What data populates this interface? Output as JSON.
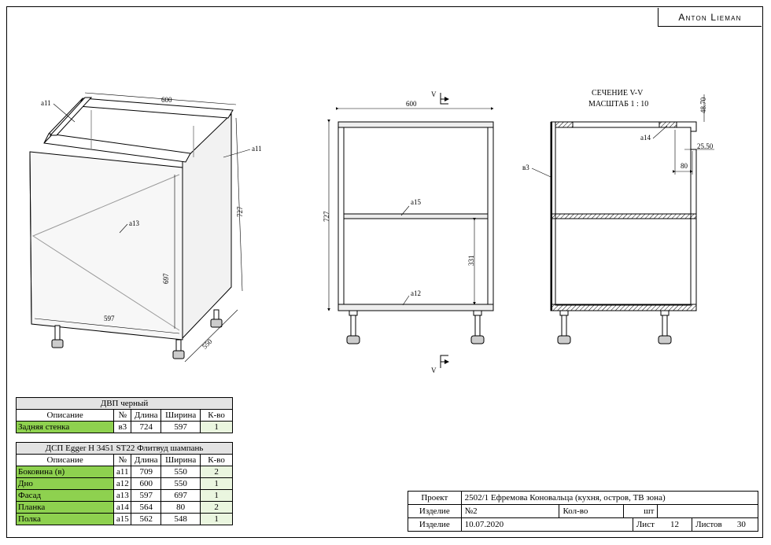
{
  "brand": "Anton Lieman",
  "iso_view": {
    "labels": {
      "a11_top": "a11",
      "a11_side": "a11",
      "a13": "a13"
    },
    "dims": {
      "width": "600",
      "height": "727",
      "depth": "550",
      "facade_width": "597",
      "facade_height": "697"
    }
  },
  "front_view": {
    "section_marker": "V",
    "dims": {
      "width": "600",
      "height": "727",
      "shelf_height": "331"
    },
    "labels": {
      "shelf": "a15",
      "bottom": "a12"
    }
  },
  "section_view": {
    "title": "СЕЧЕНИЕ V-V",
    "scale": "МАСШТАБ 1 : 10",
    "labels": {
      "back": "в3",
      "strip": "a14"
    },
    "dims": {
      "d1": "48.70",
      "d2": "25.50",
      "d3": "80"
    }
  },
  "table_dvp": {
    "title": "ДВП черный",
    "headers": [
      "Описание",
      "№",
      "Длина",
      "Ширина",
      "К-во"
    ],
    "rows": [
      {
        "name": "Задняя стенка",
        "num": "в3",
        "length": "724",
        "width": "597",
        "qty": "1"
      }
    ]
  },
  "table_dsp": {
    "title": "ДСП Egger H 3451 ST22 Флитвуд шампань",
    "headers": [
      "Описание",
      "№",
      "Длина",
      "Ширина",
      "К-во"
    ],
    "rows": [
      {
        "name": "Боковина (в)",
        "num": "a11",
        "length": "709",
        "width": "550",
        "qty": "2"
      },
      {
        "name": "Дно",
        "num": "a12",
        "length": "600",
        "width": "550",
        "qty": "1"
      },
      {
        "name": "Фасад",
        "num": "a13",
        "length": "597",
        "width": "697",
        "qty": "1"
      },
      {
        "name": "Планка",
        "num": "a14",
        "length": "564",
        "width": "80",
        "qty": "2"
      },
      {
        "name": "Полка",
        "num": "a15",
        "length": "562",
        "width": "548",
        "qty": "1"
      }
    ]
  },
  "title_block": {
    "project_label": "Проект",
    "project_value": "2502/1 Ефремова Коновальца (кухня, остров, ТВ зона)",
    "item_label": "Изделие",
    "item_value": "№2",
    "count_label": "Кол-во",
    "count_unit": "шт",
    "item_label2": "Изделие",
    "date_value": "10.07.2020",
    "sheet_label": "Лист",
    "sheet_value": "12",
    "sheets_label": "Листов",
    "sheets_value": "30"
  }
}
